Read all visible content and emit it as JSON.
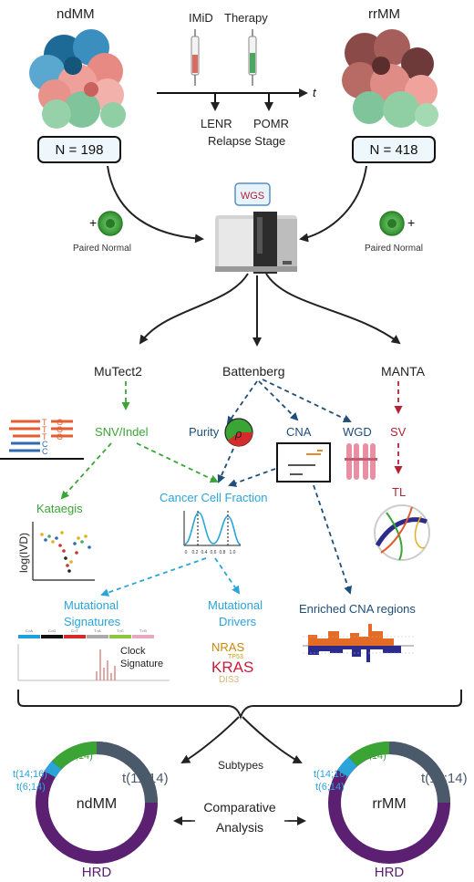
{
  "colors": {
    "green": "#3aa535",
    "blue": "#1f4e79",
    "light_blue": "#2aa4d9",
    "red": "#b22234",
    "purple": "#5b2071",
    "slate": "#4a5a6a",
    "dark": "#222222"
  },
  "cohorts": {
    "nd_title": "ndMM",
    "rr_title": "rrMM",
    "nd_n": "N = 198",
    "rr_n": "N = 418",
    "plus": "+",
    "paired_normal": "Paired  Normal"
  },
  "timeline": {
    "imid": "IMiD",
    "therapy": "Therapy",
    "t": "t",
    "lenr": "LENR",
    "pomr": "POMR",
    "relapse": "Relapse Stage"
  },
  "wgs": {
    "label": "WGS"
  },
  "tools": {
    "mutect": "MuTect2",
    "battenberg": "Battenberg",
    "manta": "MANTA"
  },
  "analyses": {
    "snv": "SNV/Indel",
    "purity": "Purity",
    "rho": "ρ",
    "cna": "CNA",
    "wgd": "WGD",
    "sv": "SV",
    "tl": "TL",
    "kataegis": "Kataegis",
    "log_ivd": "log(IVD)",
    "ccf": "Cancer   Cell   Fraction",
    "ccf_ticks": [
      "0",
      "0.2",
      "0.4",
      "0.6",
      "0.8",
      "1.0"
    ],
    "mut_sig_1": "Mutational",
    "mut_sig_2": "Signatures",
    "clock_1": "Clock",
    "clock_2": "Signature",
    "sig_headers": [
      "C>A",
      "C>G",
      "C>T",
      "T>A",
      "T>C",
      "T>G"
    ],
    "drivers_1": "Mutational",
    "drivers_2": "Drivers",
    "genes": [
      "NRAS",
      "TP53",
      "KRAS",
      "DIS3"
    ],
    "enriched": "Enriched CNA regions",
    "seq_letters": [
      "T",
      "T",
      "T",
      "C",
      "C"
    ],
    "seq_letters_right": [
      "G",
      "G",
      "G"
    ]
  },
  "bottom": {
    "subtypes": "Subtypes",
    "comparative_1": "Comparative",
    "comparative_2": "Analysis",
    "nd_label": "ndMM",
    "rr_label": "rrMM",
    "t4_14": "t(4;14)",
    "t14_16": "t(14;16)",
    "t6_14": "t(6;14)",
    "t11_14": "t(11;14)",
    "hrd": "HRD"
  }
}
